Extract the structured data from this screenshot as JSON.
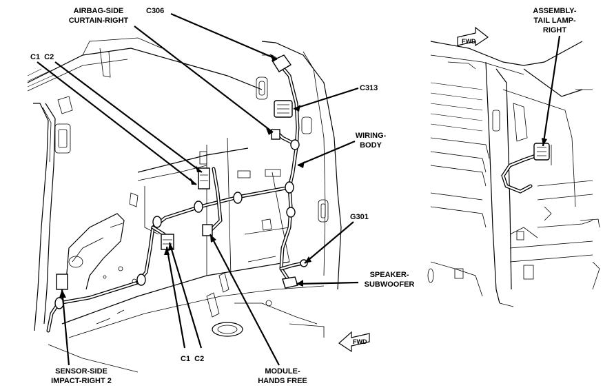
{
  "diagram": {
    "labels": {
      "airbag_curtain": [
        "AIRBAG-SIDE",
        "CURTAIN-RIGHT"
      ],
      "c306": "C306",
      "c1_c2_top": "C1  C2",
      "c313": "C313",
      "wiring_body": [
        "WIRING-",
        "BODY"
      ],
      "g301": "G301",
      "speaker": [
        "SPEAKER-",
        "SUBWOOFER"
      ],
      "sensor": [
        "SENSOR-SIDE",
        "IMPACT-RIGHT 2"
      ],
      "c1_c2_bottom": "C1  C2",
      "module": [
        "MODULE-",
        "HANDS FREE"
      ],
      "tail_lamp": [
        "ASSEMBLY-",
        "TAIL LAMP-",
        "RIGHT"
      ]
    },
    "fwd_arrows": [
      "FWD",
      "FWD"
    ]
  }
}
